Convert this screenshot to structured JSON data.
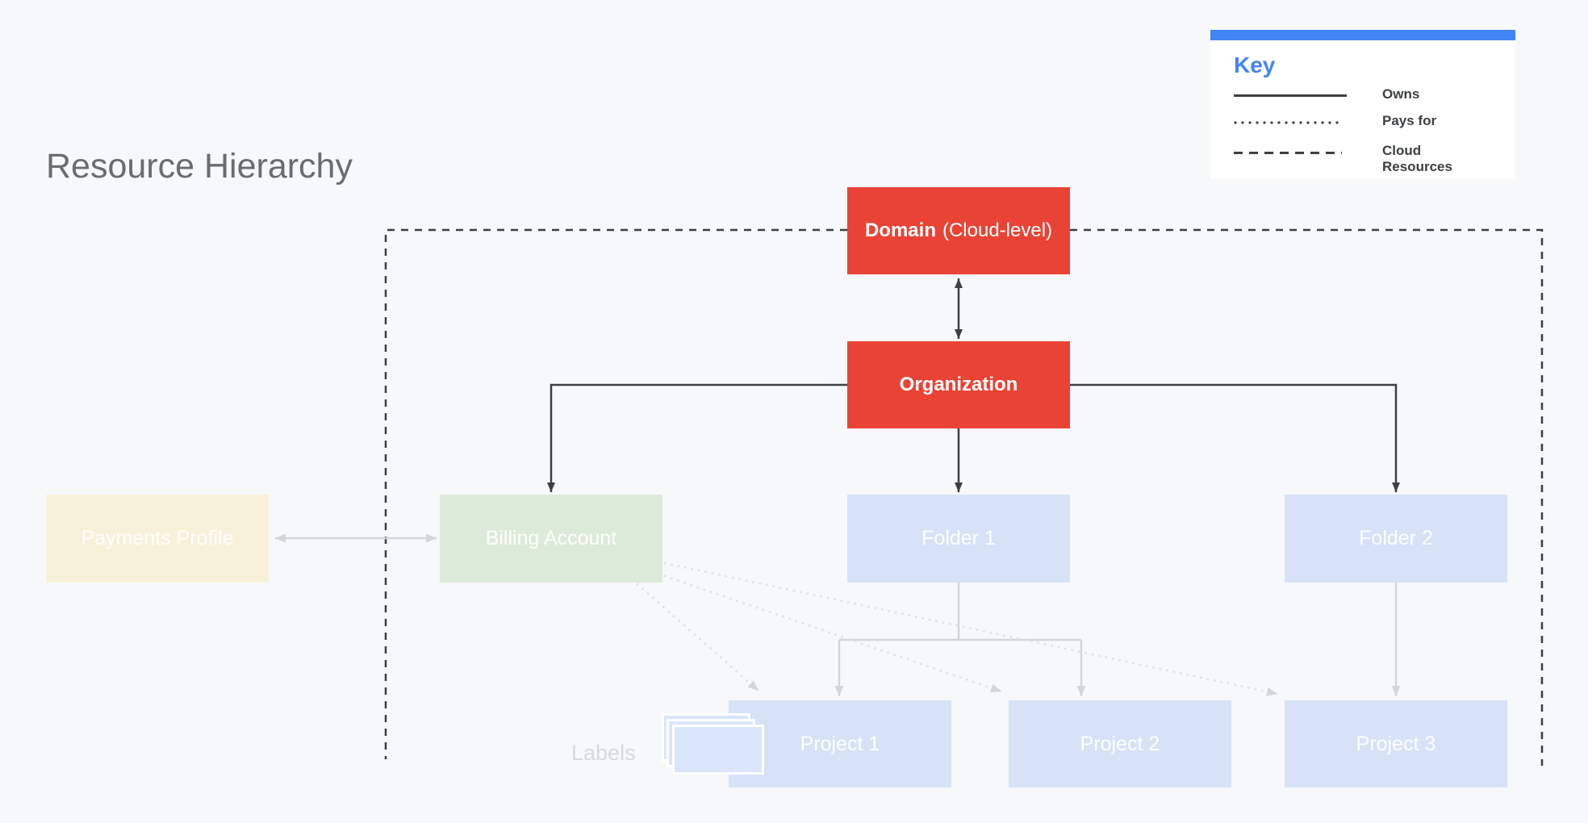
{
  "page": {
    "title": "Resource Hierarchy"
  },
  "key": {
    "title": "Key",
    "items": [
      {
        "style": "solid",
        "label": "Owns"
      },
      {
        "style": "dotted",
        "label": "Pays for"
      },
      {
        "style": "dashed",
        "label": "Cloud Resources"
      }
    ]
  },
  "nodes": {
    "domain": {
      "bold": "Domain",
      "rest": "(Cloud-level)"
    },
    "organization": "Organization",
    "payments_profile": "Payments Profile",
    "billing_account": "Billing Account",
    "folder_1": "Folder 1",
    "folder_2": "Folder 2",
    "project_1": "Project 1",
    "project_2": "Project 2",
    "project_3": "Project 3",
    "labels_caption": "Labels"
  },
  "edges": [
    {
      "from": "Domain",
      "to": "Organization",
      "type": "owns",
      "bidirectional": true
    },
    {
      "from": "Organization",
      "to": "Billing Account",
      "type": "owns"
    },
    {
      "from": "Organization",
      "to": "Folder 1",
      "type": "owns"
    },
    {
      "from": "Organization",
      "to": "Folder 2",
      "type": "owns"
    },
    {
      "from": "Payments Profile",
      "to": "Billing Account",
      "type": "link",
      "bidirectional": true
    },
    {
      "from": "Folder 1",
      "to": "Project 1",
      "type": "contains"
    },
    {
      "from": "Folder 1",
      "to": "Project 2",
      "type": "contains"
    },
    {
      "from": "Folder 2",
      "to": "Project 3",
      "type": "contains"
    },
    {
      "from": "Billing Account",
      "to": "Project 1",
      "type": "pays_for"
    },
    {
      "from": "Billing Account",
      "to": "Project 2",
      "type": "pays_for"
    },
    {
      "from": "Billing Account",
      "to": "Project 3",
      "type": "pays_for"
    },
    {
      "boundary": "Cloud Resources",
      "type": "dashed-region"
    }
  ],
  "colors": {
    "background": "#F7F8FA",
    "red_node": "#E94335",
    "green_node": "#DCEBD9",
    "cream_node": "#F8F1DA",
    "blue_node": "#D7E2F7",
    "accent_blue": "#4285F4",
    "dark_line": "#3C4043",
    "light_line": "#D2D5D9",
    "title_gray": "#696C70"
  }
}
